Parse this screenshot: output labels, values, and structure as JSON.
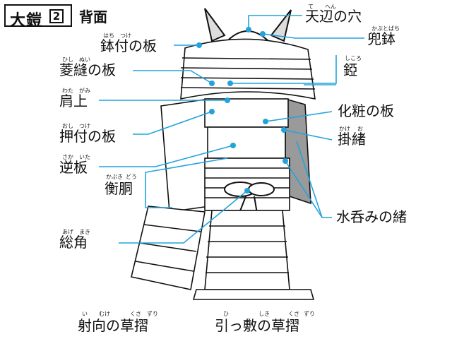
{
  "title": {
    "main": "大鎧",
    "number": "2",
    "subtitle": "背面"
  },
  "labels": {
    "tenpen": {
      "text": "天辺の穴",
      "ruby": [
        "て",
        "へん"
      ]
    },
    "kabutobachi": {
      "text": "兜鉢",
      "ruby": "かぶとばち"
    },
    "hachitsuke": {
      "text": "鉢付の板",
      "ruby": [
        "はち",
        "つけ"
      ]
    },
    "hishinui": {
      "text": "菱縫の板",
      "ruby": [
        "ひし",
        "ぬい"
      ]
    },
    "shikoro": {
      "text": "錏",
      "ruby": "しころ"
    },
    "watagami": {
      "text": "肩上",
      "ruby": [
        "わた",
        "がみ"
      ]
    },
    "kesho": {
      "text": "化粧の板"
    },
    "oshitsuke": {
      "text": "押付の板",
      "ruby": [
        "おし",
        "つけ"
      ]
    },
    "kake": {
      "text": "掛緒",
      "ruby": [
        "かけ",
        "お"
      ]
    },
    "sakaita": {
      "text": "逆板",
      "ruby": [
        "さか",
        "いた"
      ]
    },
    "kabukido": {
      "text": "衡胴",
      "ruby": [
        "かぶき",
        "どう"
      ]
    },
    "mizunomi": {
      "text": "水呑みの緒"
    },
    "agemaki": {
      "text": "総角",
      "ruby": [
        "あげ",
        "まき"
      ]
    },
    "imuke": {
      "text": "射向の草摺",
      "ruby": [
        "い",
        "むけ",
        "くさ",
        "ずり"
      ]
    },
    "hikishiki": {
      "text": "引っ敷の草摺",
      "ruby": [
        "ひ",
        "しき",
        "くさ",
        "ずり"
      ]
    }
  },
  "colors": {
    "leader": "#22a3dc",
    "ink": "#111111",
    "shade": "#9a9a9a"
  }
}
